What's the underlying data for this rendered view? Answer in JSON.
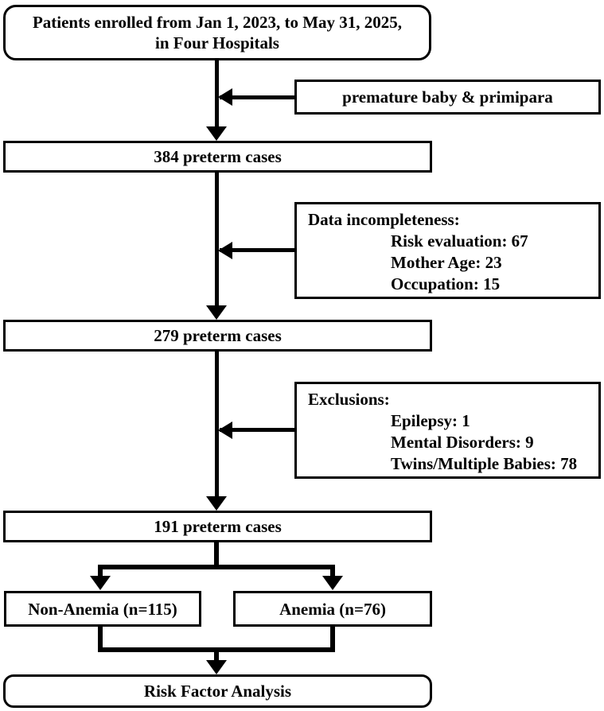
{
  "flowchart": {
    "colors": {
      "line": "#000000",
      "text": "#000000",
      "box_fill": "#ffffff",
      "background": "#ffffff"
    },
    "enrollment_box": {
      "line1": "Patients enrolled from Jan 1, 2023, to May 31, 2025,",
      "line2": "in Four Hospitals"
    },
    "premature_box": {
      "label": "premature baby & primipara"
    },
    "cases_384_box": {
      "label": "384 preterm cases"
    },
    "data_incompleteness_box": {
      "title": "Data incompleteness:",
      "items": [
        "Risk evaluation: 67",
        "Mother Age: 23",
        "Occupation: 15"
      ]
    },
    "cases_279_box": {
      "label": "279 preterm cases"
    },
    "exclusions_box": {
      "title": "Exclusions:",
      "items": [
        "Epilepsy: 1",
        "Mental Disorders: 9",
        "Twins/Multiple Babies: 78"
      ]
    },
    "cases_191_box": {
      "label": "191 preterm cases"
    },
    "non_anemia_box": {
      "label": "Non-Anemia (n=115)"
    },
    "anemia_box": {
      "label": "Anemia (n=76)"
    },
    "final_box": {
      "label": "Risk Factor Analysis"
    }
  }
}
